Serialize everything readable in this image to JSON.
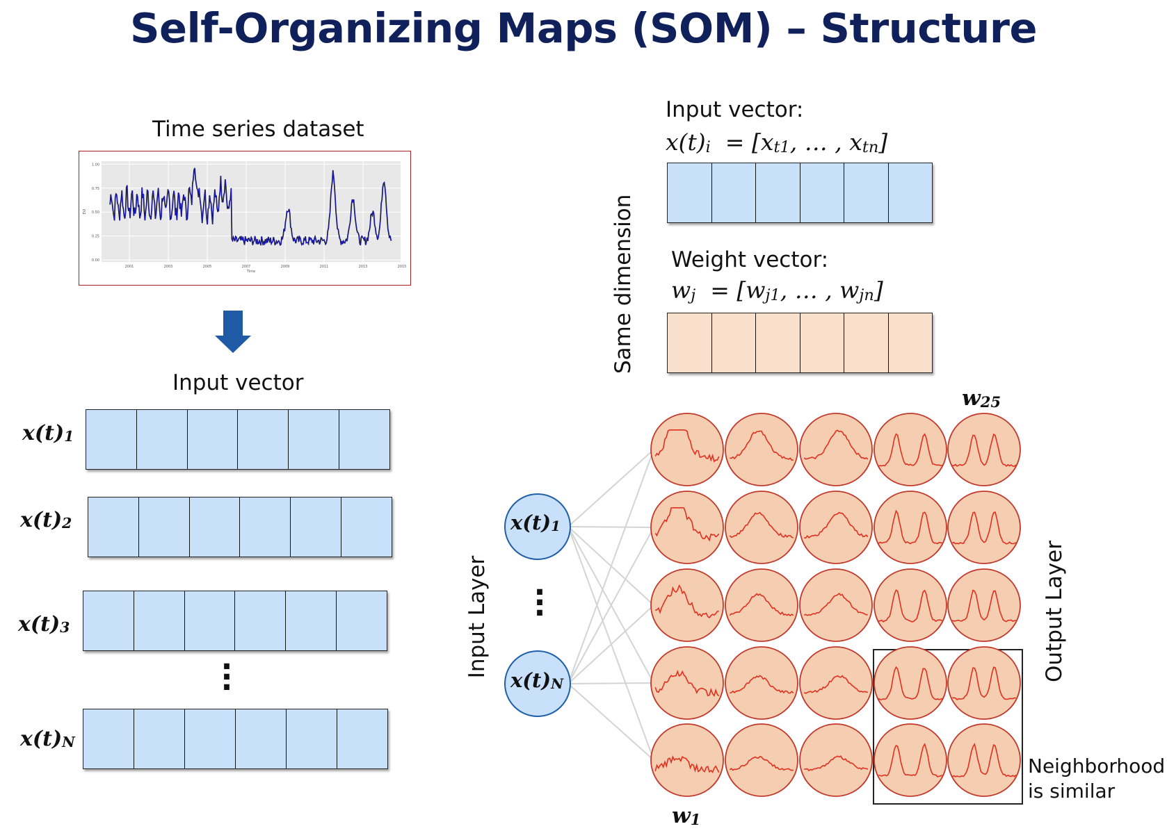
{
  "title": "Self-Organizing Maps (SOM) – Structure",
  "left_panel": {
    "dataset_label": "Time series dataset",
    "input_vector_label": "Input vector",
    "rows": [
      {
        "name": "x(t)",
        "sub": "1"
      },
      {
        "name": "x(t)",
        "sub": "2"
      },
      {
        "name": "x(t)",
        "sub": "3"
      },
      {
        "name": "x(t)",
        "sub": "N"
      }
    ],
    "mini_chart": {
      "ylabel": "EVI",
      "xlabel": "Time",
      "yticks": [
        "0.00",
        "0.25",
        "0.50",
        "0.75",
        "1.00"
      ],
      "xticks": [
        "2001",
        "2003",
        "2005",
        "2007",
        "2009",
        "2011",
        "2013",
        "2015"
      ],
      "colors": {
        "line": "#1a1ac8",
        "frame": "#b02020",
        "panel": "#e8e8e8"
      }
    }
  },
  "right_panel": {
    "input_vector_title": "Input vector:",
    "input_vector_formula": {
      "lhs": "x(t)",
      "lhs_sub": "i",
      "rhs_a": "x",
      "rhs_a_sub": "t1",
      "rhs_b": "x",
      "rhs_b_sub": "tn"
    },
    "weight_vector_title": "Weight vector:",
    "weight_vector_formula": {
      "lhs": "w",
      "lhs_sub": "j",
      "rhs_a": "w",
      "rhs_a_sub": "j1",
      "rhs_b": "w",
      "rhs_b_sub": "jn"
    },
    "same_dimension": "Same dimension",
    "input_layer": "Input Layer",
    "output_layer": "Output  Layer",
    "input_nodes": [
      {
        "name": "x(t)",
        "sub": "1"
      },
      {
        "name": "x(t)",
        "sub": "N"
      }
    ],
    "w_top": {
      "name": "w",
      "sub": "25"
    },
    "w_bottom": {
      "name": "w",
      "sub": "1"
    },
    "neighborhood": [
      "Neighborhood",
      "is similar"
    ]
  },
  "colors": {
    "title": "#10205a",
    "input_cell": "#c8e0fa",
    "weight_cell": "#f8e0cc",
    "node_fill": "#f5cdb0",
    "node_stroke": "#c0392b",
    "input_node_fill": "#c8e0fa",
    "input_node_stroke": "#1f5fa8",
    "arrow": "#1f5aa6",
    "curve": "#e03020"
  }
}
